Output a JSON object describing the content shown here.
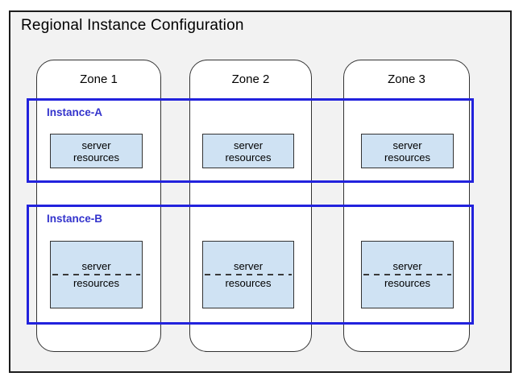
{
  "diagram": {
    "title": "Regional Instance Configuration"
  },
  "zones": [
    {
      "label": "Zone 1"
    },
    {
      "label": "Zone 2"
    },
    {
      "label": "Zone 3"
    }
  ],
  "instances": [
    {
      "label": "Instance-A",
      "server_boxes": [
        {
          "line1": "server",
          "line2": "resources"
        },
        {
          "line1": "server",
          "line2": "resources"
        },
        {
          "line1": "server",
          "line2": "resources"
        }
      ]
    },
    {
      "label": "Instance-B",
      "server_boxes": [
        {
          "line1": "server",
          "line2": "resources",
          "divided": true
        },
        {
          "line1": "server",
          "line2": "resources",
          "divided": true
        },
        {
          "line1": "server",
          "line2": "resources",
          "divided": true
        }
      ]
    }
  ],
  "colors": {
    "panel_fill": "#f2f2f2",
    "instance_border": "#2222dd",
    "instance_label_text": "#3333cc",
    "server_box_fill": "#cfe2f3",
    "zone_border": "#333333"
  }
}
